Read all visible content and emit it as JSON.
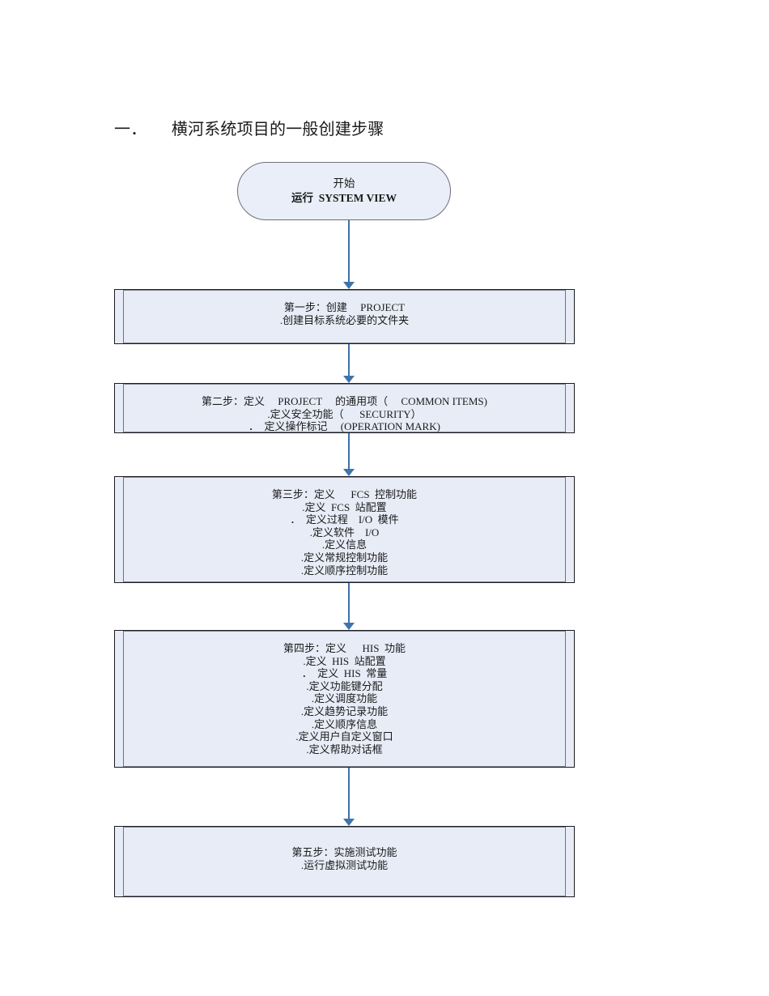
{
  "document": {
    "heading": {
      "number": "一．",
      "text": "横河系统项目的一般创建步骤",
      "full": "一．　　横河系统项目的一般创建步骤"
    }
  },
  "flowchart": {
    "type": "flowchart",
    "orientation": "vertical",
    "colors": {
      "node_fill": "#e8ecf7",
      "node_border": "#1c1c22",
      "node_inner_rule": "#6f737d",
      "start_fill": "#eaeef8",
      "start_border": "#6b6f7a",
      "connector": "#3f73ab",
      "text": "#1a1a1a",
      "page_background": "#ffffff"
    },
    "start_node": {
      "shape": "terminator-oval",
      "lines": [
        "开始",
        "运行  SYSTEM VIEW"
      ]
    },
    "steps": [
      {
        "id": "step-1",
        "shape": "predefined-process",
        "lines": [
          "第一步：创建     PROJECT",
          ".创建目标系统必要的文件夹"
        ]
      },
      {
        "id": "step-2",
        "shape": "predefined-process",
        "lines": [
          "第二步：定义     PROJECT     的通用项（     COMMON ITEMS)",
          ".定义安全功能（      SECURITY）",
          "．  定义操作标记     (OPERATION MARK)"
        ]
      },
      {
        "id": "step-3",
        "shape": "predefined-process",
        "lines": [
          "第三步：定义      FCS  控制功能",
          ".定义  FCS  站配置",
          "．  定义过程    I/O  模件",
          ".定义软件    I/O",
          ".定义信息",
          ".定义常规控制功能",
          ".定义顺序控制功能"
        ]
      },
      {
        "id": "step-4",
        "shape": "predefined-process",
        "lines": [
          "第四步：定义      HIS  功能",
          ".定义  HIS  站配置",
          "．  定义  HIS  常量",
          ".定义功能键分配",
          ".定义调度功能",
          ".定义趋势记录功能",
          ".定义顺序信息",
          ".定义用户自定义窗口",
          ".定义帮助对话框"
        ]
      },
      {
        "id": "step-5",
        "shape": "predefined-process",
        "lines": [
          "第五步：实施测试功能",
          ".运行虚拟测试功能"
        ]
      }
    ],
    "connectors": [
      {
        "id": "connector-start-to-step-1",
        "from": "start_node",
        "to": "step-1",
        "arrow": "down"
      },
      {
        "id": "connector-step-1-to-step-2",
        "from": "step-1",
        "to": "step-2",
        "arrow": "down"
      },
      {
        "id": "connector-step-2-to-step-3",
        "from": "step-2",
        "to": "step-3",
        "arrow": "down"
      },
      {
        "id": "connector-step-3-to-step-4",
        "from": "step-3",
        "to": "step-4",
        "arrow": "down"
      },
      {
        "id": "connector-step-4-to-step-5",
        "from": "step-4",
        "to": "step-5",
        "arrow": "down"
      }
    ]
  }
}
